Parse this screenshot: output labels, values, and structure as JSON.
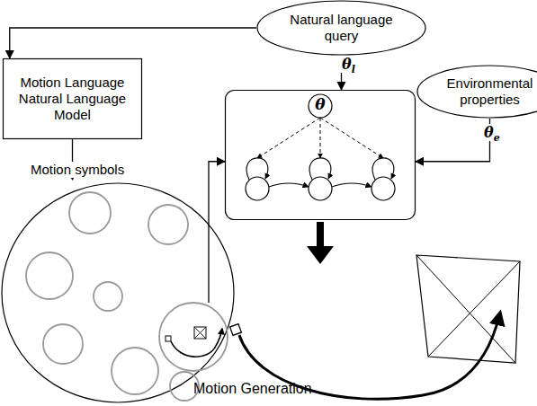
{
  "diagram": {
    "nodes": [
      {
        "text": [
          "Natural language query"
        ]
      },
      {
        "text": [
          "Motion Language Natural Language Model"
        ]
      },
      {
        "text": [
          "Environmental properties"
        ]
      },
      {
        "text": [
          "θ"
        ]
      },
      {
        "text": [
          "Motion symbols"
        ]
      }
    ],
    "edges": [
      {
        "from": 0,
        "to": 1,
        "arrow": "to"
      },
      {
        "from": 0,
        "to": 3,
        "arrow": "to",
        "label": "θl"
      },
      {
        "from": 2,
        "to": 3,
        "arrow": "to",
        "label": "θe"
      },
      {
        "from": 1,
        "to": 4,
        "arrow": "to"
      },
      {
        "from": 4,
        "to": 3,
        "arrow": "to"
      }
    ],
    "labels": [
      "Motion Generation"
    ]
  }
}
